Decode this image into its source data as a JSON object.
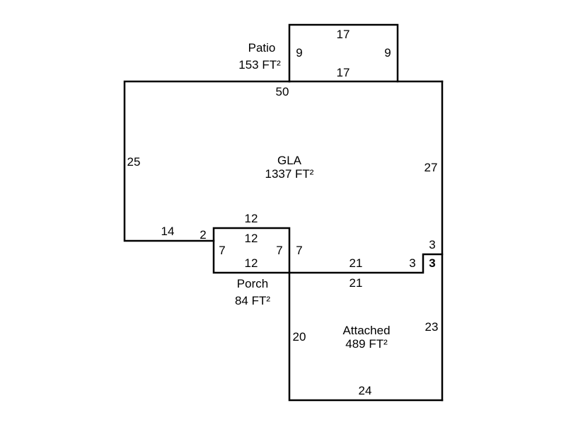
{
  "areas": {
    "patio": {
      "name": "Patio",
      "area": "153 FT²"
    },
    "gla": {
      "name": "GLA",
      "area": "1337 FT²"
    },
    "porch": {
      "name": "Porch",
      "area": "84 FT²"
    },
    "attached": {
      "name": "Attached",
      "area": "489 FT²"
    }
  },
  "dimensions": {
    "patio_top": "17",
    "patio_bottom": "17",
    "patio_left": "9",
    "patio_right": "9",
    "gla_top": "50",
    "gla_left": "25",
    "gla_right": "27",
    "gla_bottom_left": "14",
    "gla_step_small": "2",
    "porch_top_outer": "12",
    "porch_top": "12",
    "porch_bottom": "12",
    "porch_left": "7",
    "porch_right": "7",
    "gla_step_right": "7",
    "gla_bottom_mid": "21",
    "attached_top": "21",
    "gla_notch_width": "3",
    "gla_notch_height": "3",
    "attached_notch": "3",
    "attached_left": "20",
    "attached_right": "23",
    "attached_bottom": "24"
  }
}
